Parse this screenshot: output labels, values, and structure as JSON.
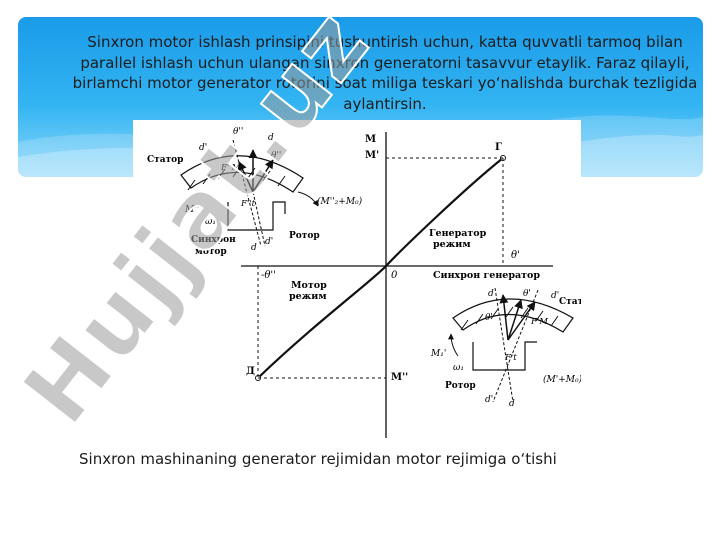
{
  "slide": {
    "intro_text": "Sinxron motor ishlash prinsipini tushuntirish uchun, katta quvvatli tarmoq bilan parallel ishlash uchun ulangan sinxron generatorni tasavvur etaylik. Faraz qilayli, birlamchi motor generator rotorini soat miliga teskari yo‘nalishda burchak tezligida aylantirsin.",
    "caption": "Sinxron mashinaning generator rejimidan motor rejimiga o‘tishi",
    "watermark": "Hujjat.uz",
    "colors": {
      "banner_top": "#1a9be8",
      "banner_bottom": "#8fd8fa",
      "watermark": "#b3b3b3",
      "watermark_accent": "#c49bd6"
    }
  },
  "figure": {
    "axis_M": "M",
    "label_M1": "M'",
    "label_M2": "M''",
    "label_theta1": "θ'",
    "label_neg_theta2": "-θ''",
    "label_origin": "0",
    "point_G": "Г",
    "point_D": "Д",
    "generator_mode": [
      "Генератор",
      "режим"
    ],
    "motor_mode": [
      "Мотор",
      "режим"
    ],
    "sync_generator": "Синхрон генератор",
    "sync_motor": [
      "Синхрон",
      "мотор"
    ],
    "stator_top": "Статор",
    "rotor_top": "Ротор",
    "stator_bottom": "Статор",
    "rotor_bottom": "Ротор",
    "top_theta": "θ''",
    "top_theta2": "θ''",
    "top_d": "d",
    "top_d1": "d'",
    "top_dd": "d'",
    "top_d2": "d",
    "top_FM": "F''M",
    "top_Ft": "F''t",
    "top_M2": "M''",
    "top_omega": "ω₁",
    "top_torque": "(M''₂+M₀)",
    "bot_theta": "θ'",
    "bot_theta2": "θ'",
    "bot_d": "d",
    "bot_d1": "d'",
    "bot_dd": "d'",
    "bot_d2": "d",
    "bot_FM": "F'M",
    "bot_Ft": "F't",
    "bot_M1": "M₁'",
    "bot_omega": "ω₁",
    "bot_torque": "(M'+M₀)"
  }
}
